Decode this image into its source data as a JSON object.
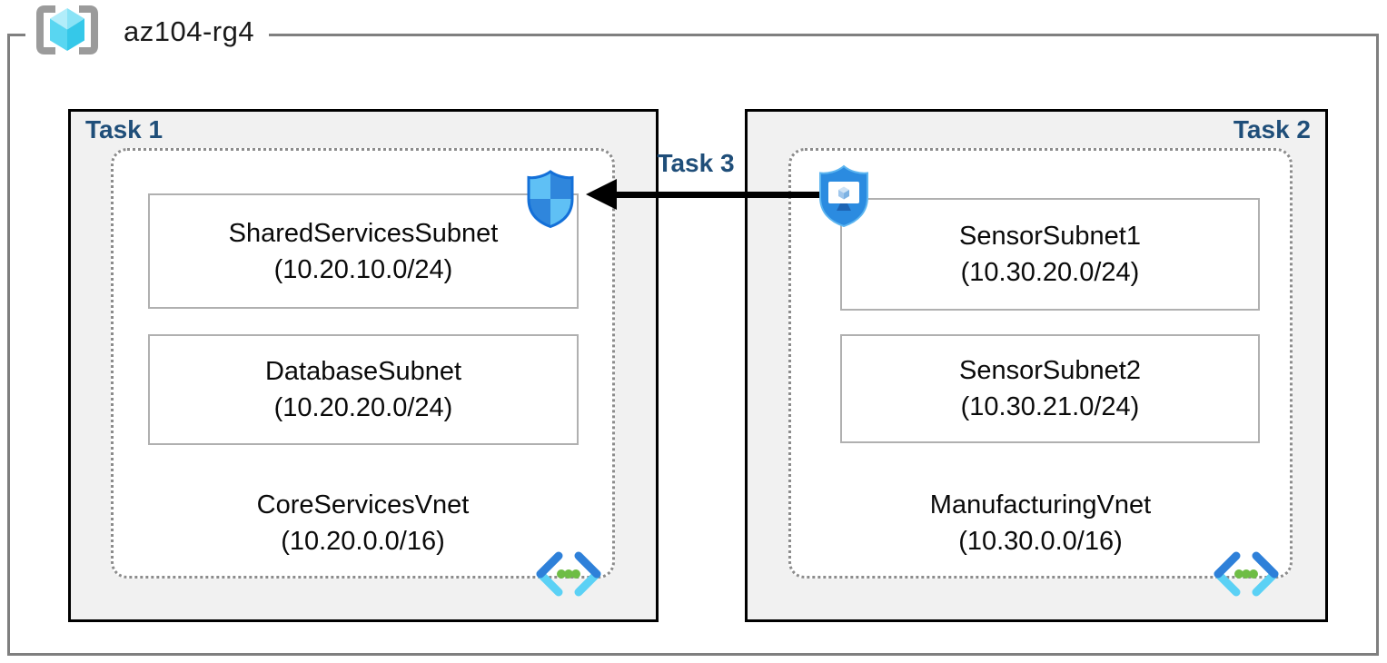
{
  "resource_group": {
    "name": "az104-rg4"
  },
  "task1": {
    "label": "Task 1"
  },
  "task2": {
    "label": "Task 2"
  },
  "task3": {
    "label": "Task 3"
  },
  "vnets": [
    {
      "name": "CoreServicesVnet",
      "cidr": "(10.20.0.0/16)",
      "subnets": [
        {
          "name": "SharedServicesSubnet",
          "cidr": "(10.20.10.0/24)"
        },
        {
          "name": "DatabaseSubnet",
          "cidr": "(10.20.20.0/24)"
        }
      ]
    },
    {
      "name": "ManufacturingVnet",
      "cidr": "(10.30.0.0/16)",
      "subnets": [
        {
          "name": "SensorSubnet1",
          "cidr": "(10.30.20.0/24)"
        },
        {
          "name": "SensorSubnet2",
          "cidr": "(10.30.21.0/24)"
        }
      ]
    }
  ],
  "icons": {
    "resource_group": "resource-group-icon",
    "virtual_network": "virtual-network-icon",
    "network_security_group": "network-security-group-icon",
    "application_security_group": "application-security-group-icon"
  },
  "colors": {
    "task_label": "#1f4e79",
    "frame_border": "#7f7f7f",
    "task_box_border": "#000000",
    "task_box_bg": "#f1f1f1",
    "subnet_border": "#b0b0b0",
    "dotted_border": "#8c8c8c",
    "arrow": "#000000",
    "vnet_chevron_dark": "#2e80d9",
    "vnet_chevron_light": "#5bd1f5",
    "vnet_dots_green": "#6ebd45",
    "nsg_light": "#5fc0f5",
    "nsg_dark": "#2f86dc",
    "nsg_border": "#1470d8",
    "asg_shield": "#2b8be0",
    "asg_stand": "#1d64b4",
    "rg_bracket": "#9b9b9b",
    "rg_cube_light": "#b2edfa",
    "rg_cube_dark": "#35c8e9"
  }
}
